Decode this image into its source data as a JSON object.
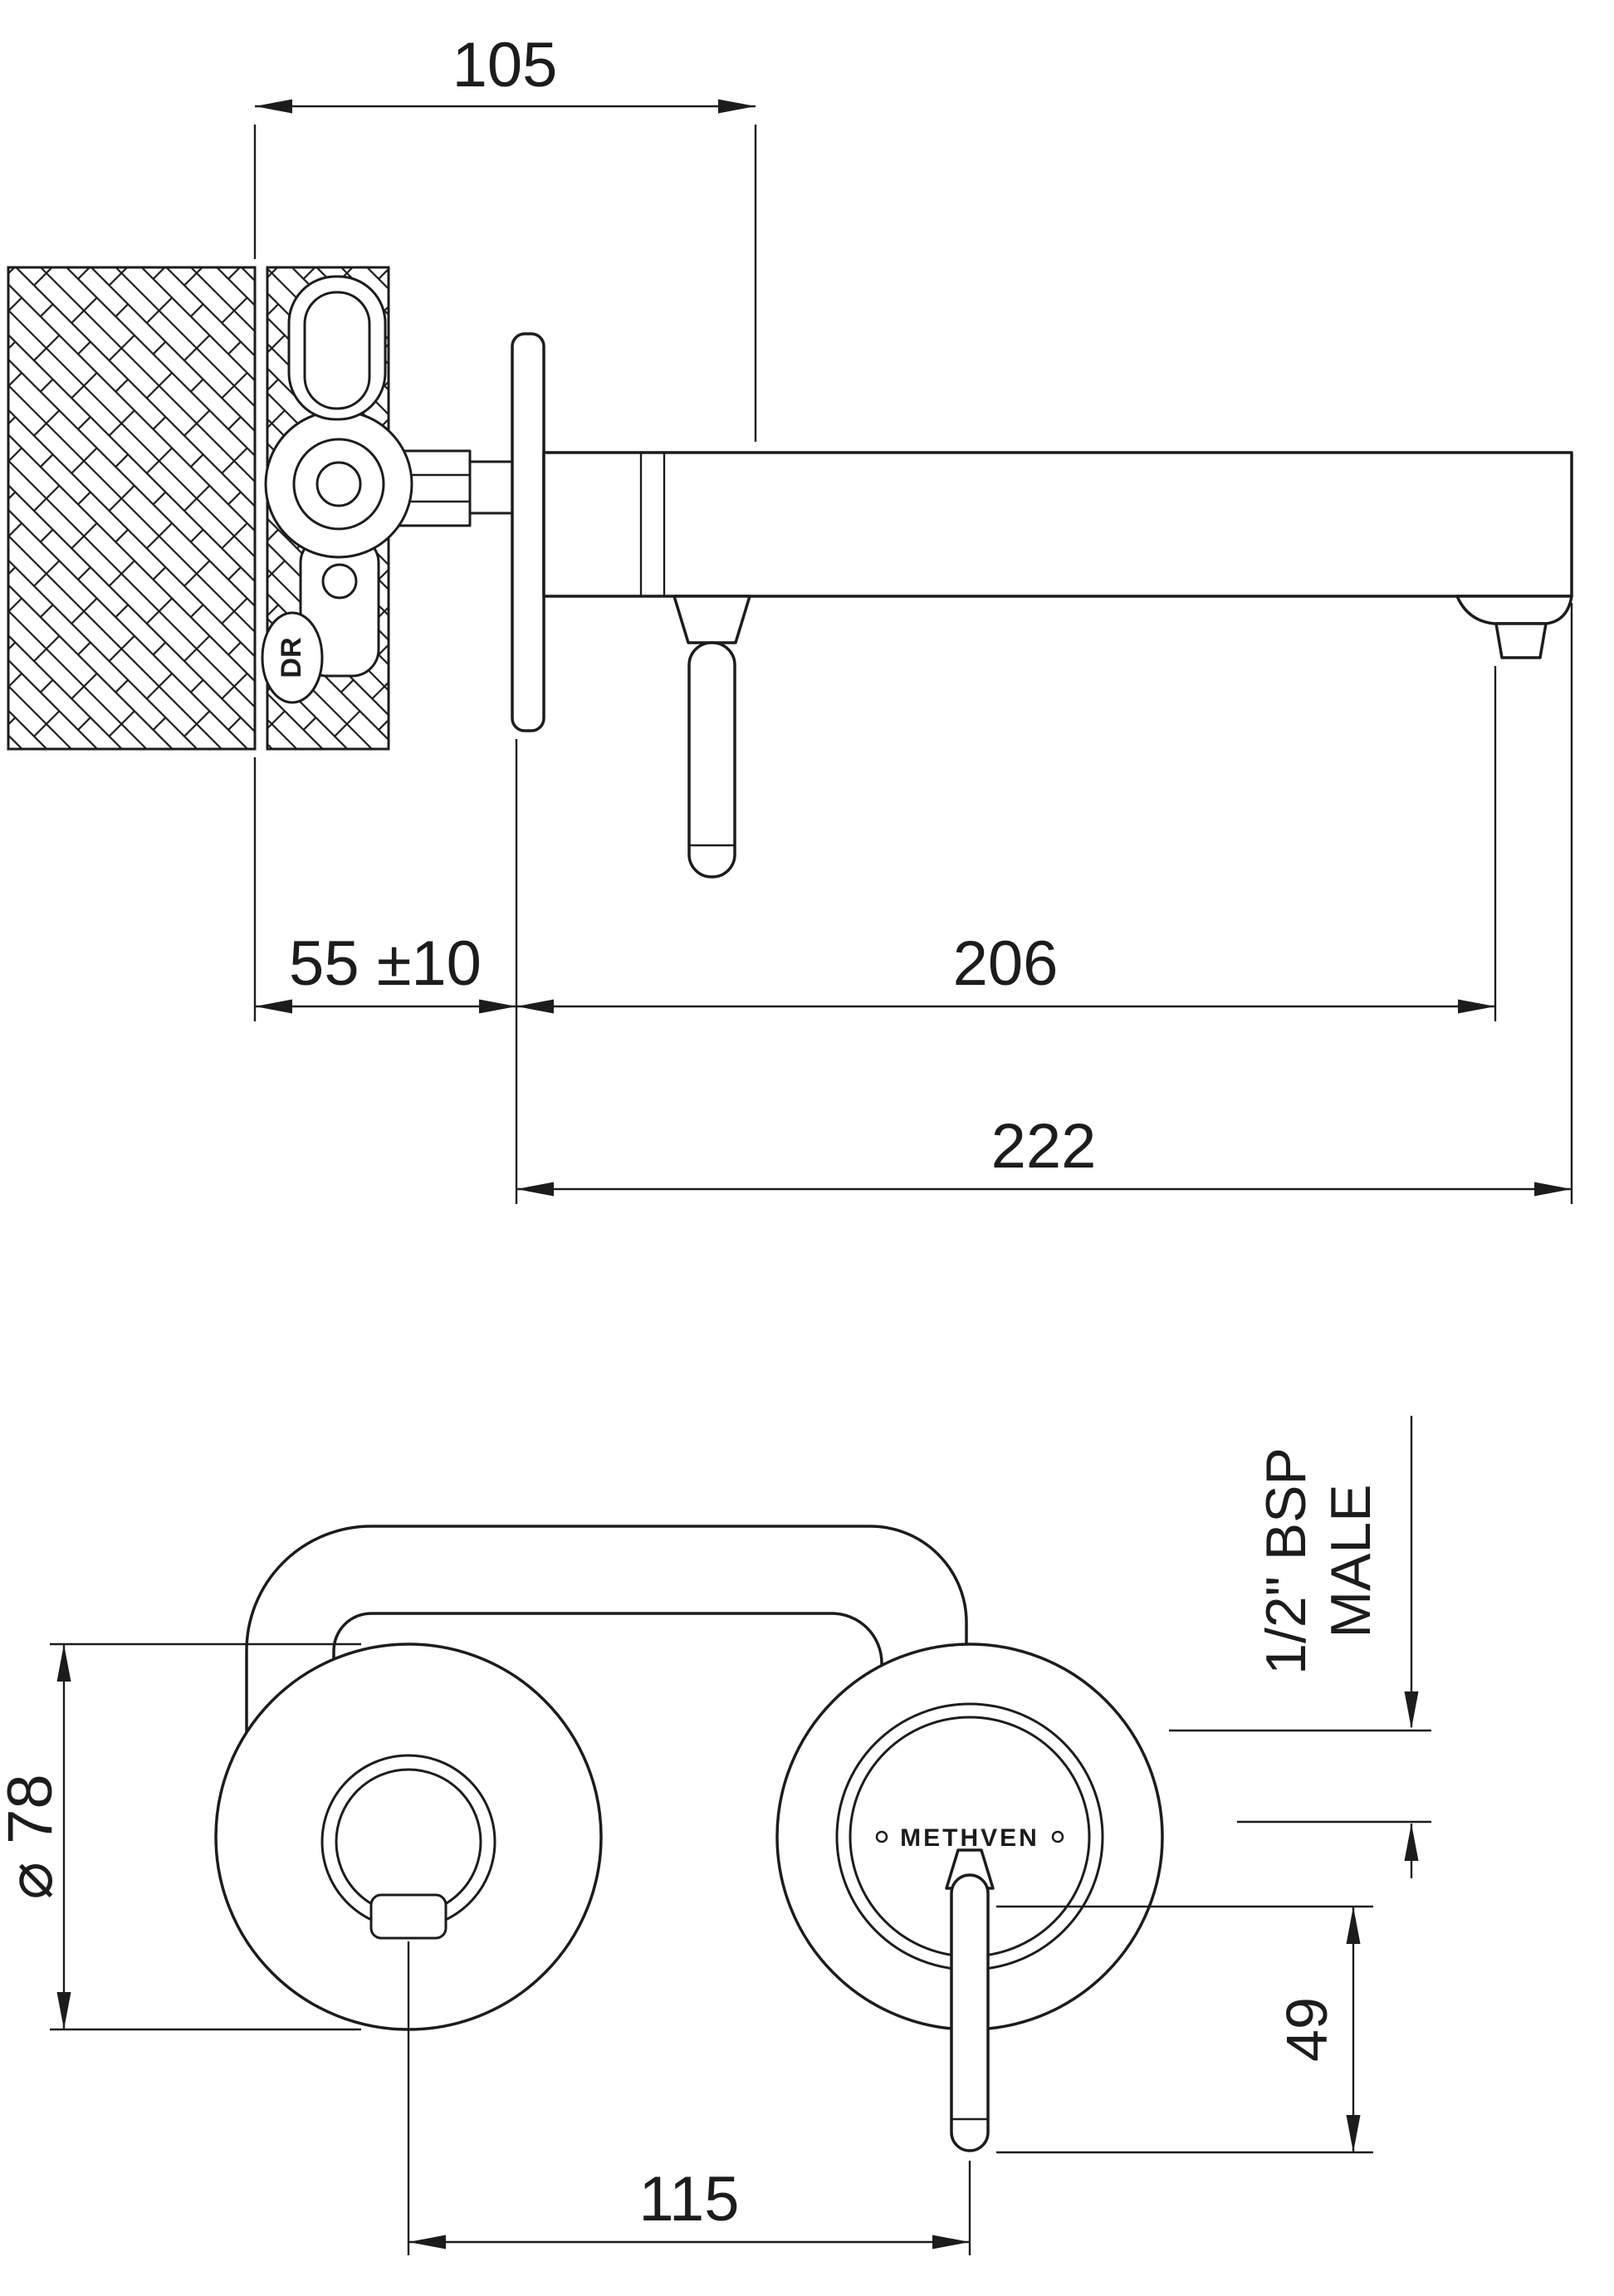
{
  "colors": {
    "line": "#1c1c1c",
    "background": "#ffffff"
  },
  "dimensions": {
    "d105": "105",
    "d55": "55 ±10",
    "d206": "206",
    "d222": "222",
    "dia78": "⌀ 78",
    "thread_line1": "1/2\" BSP",
    "thread_line2": "MALE",
    "d49": "49",
    "d115": "115"
  },
  "labels": {
    "brand": "METHVEN",
    "valve_marking": "DR"
  }
}
